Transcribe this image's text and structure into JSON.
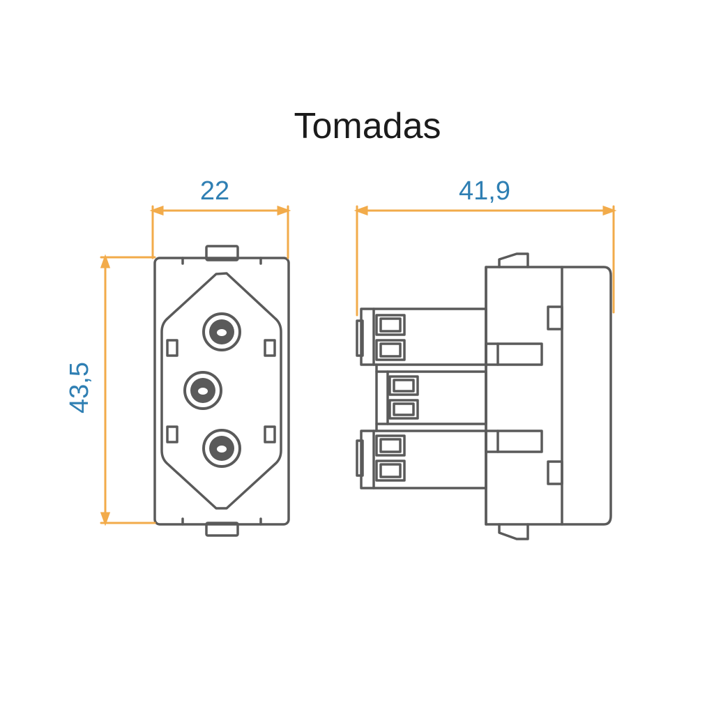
{
  "title": "Tomadas",
  "dimensions": {
    "front_width": "22",
    "front_height": "43,5",
    "side_depth": "41,9"
  },
  "colors": {
    "outline": "#5a5a5a",
    "dimension_line": "#f2ab4a",
    "dimension_text": "#2f7fb3",
    "title_text": "#1b1b1b"
  }
}
